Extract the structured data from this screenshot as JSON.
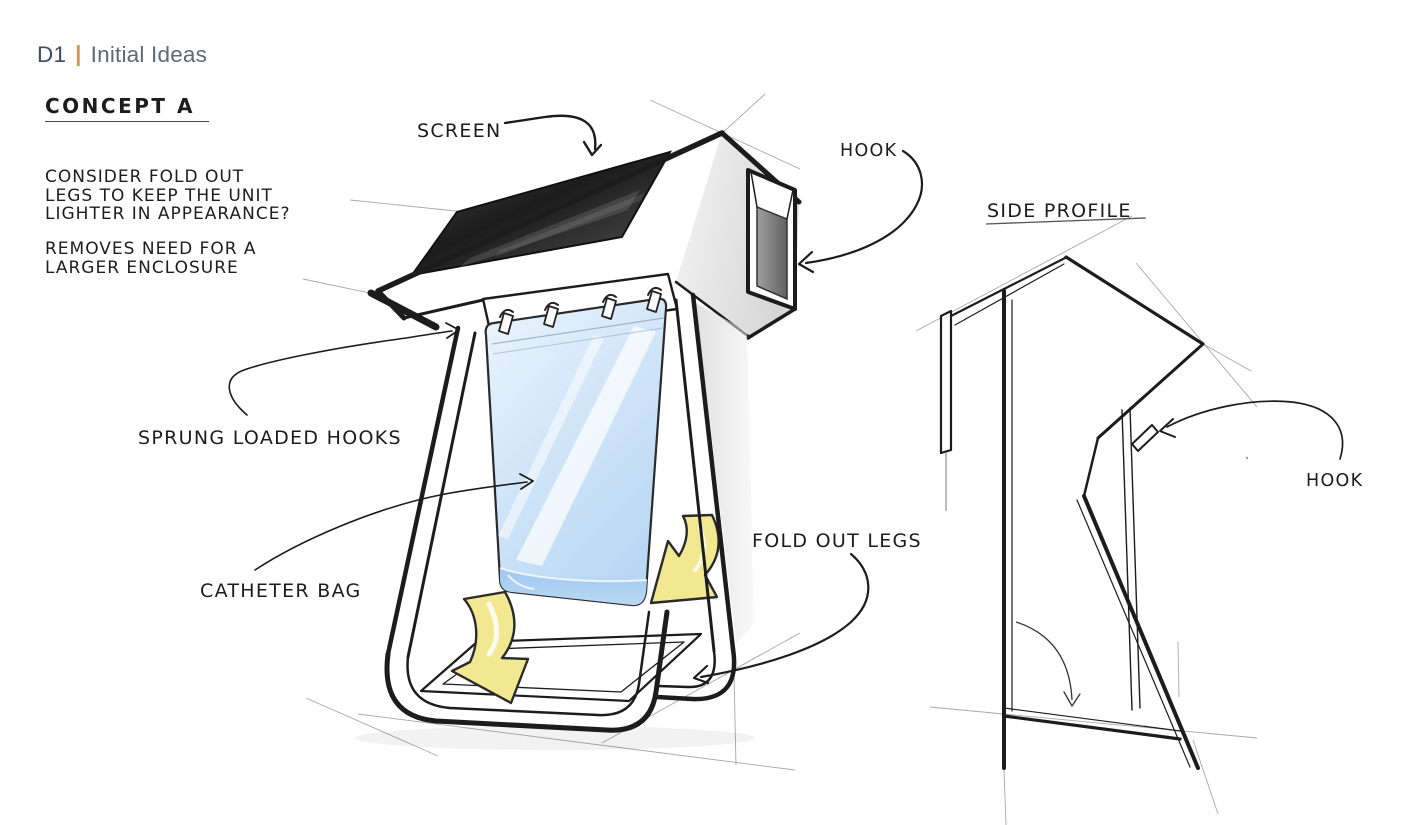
{
  "header": {
    "code": "D1",
    "separator": "|",
    "title": "Initial Ideas"
  },
  "sketch": {
    "concept_title": "CONCEPT A",
    "note_fold_out": {
      "line1": "CONSIDER FOLD OUT",
      "line2": "LEGS TO KEEP THE UNIT",
      "line3": "LIGHTER IN APPEARANCE?"
    },
    "note_enclosure": {
      "line1": "REMOVES NEED FOR A",
      "line2": "LARGER ENCLOSURE"
    },
    "labels": {
      "screen": "SCREEN",
      "hook_top": "HOOK",
      "side_profile": "SIDE PROFILE",
      "sprung_loaded_hooks": "SPRUNG LOADED HOOKS",
      "catheter_bag": "CATHETER BAG",
      "fold_out_legs": "FOLD OUT LEGS",
      "hook_side": "HOOK"
    },
    "colors": {
      "ink": "#1c1c1c",
      "construction_line": "#a8a8a8",
      "header_code": "#3e4c5e",
      "header_title": "#5e6973",
      "header_divider": "#cf9a52",
      "screen_panel_dark": "#2e2e2e",
      "bag_fill_top": "#eaf4fc",
      "bag_fill_bottom": "#b9d8f4",
      "bag_liquid": "#85b9ea",
      "fold_arrow_yellow": "#f2e892"
    }
  }
}
